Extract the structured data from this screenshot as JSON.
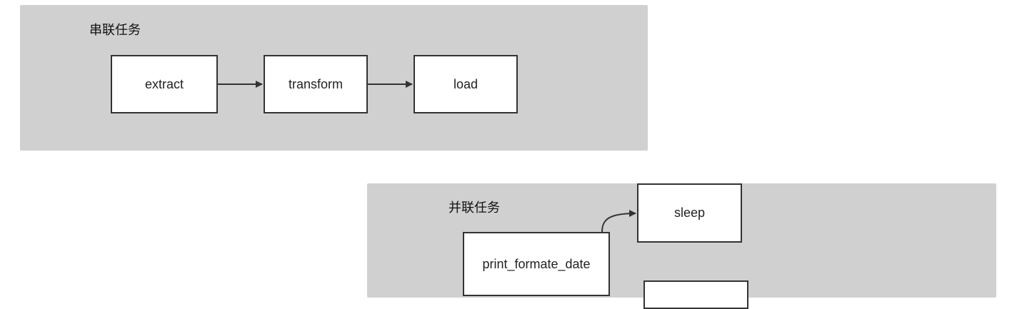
{
  "panels": {
    "serial": {
      "title": "串联任务"
    },
    "parallel": {
      "title": "并联任务"
    }
  },
  "nodes": {
    "extract": "extract",
    "transform": "transform",
    "load": "load",
    "sleep": "sleep",
    "print_formate_date": "print_formate_date",
    "partial": ""
  },
  "edges": [
    {
      "from": "extract",
      "to": "transform"
    },
    {
      "from": "transform",
      "to": "load"
    },
    {
      "from": "print_formate_date",
      "to": "sleep"
    }
  ],
  "colors": {
    "panel_background": "#d0d0d0",
    "node_border": "#333333",
    "edge": "#333333"
  }
}
